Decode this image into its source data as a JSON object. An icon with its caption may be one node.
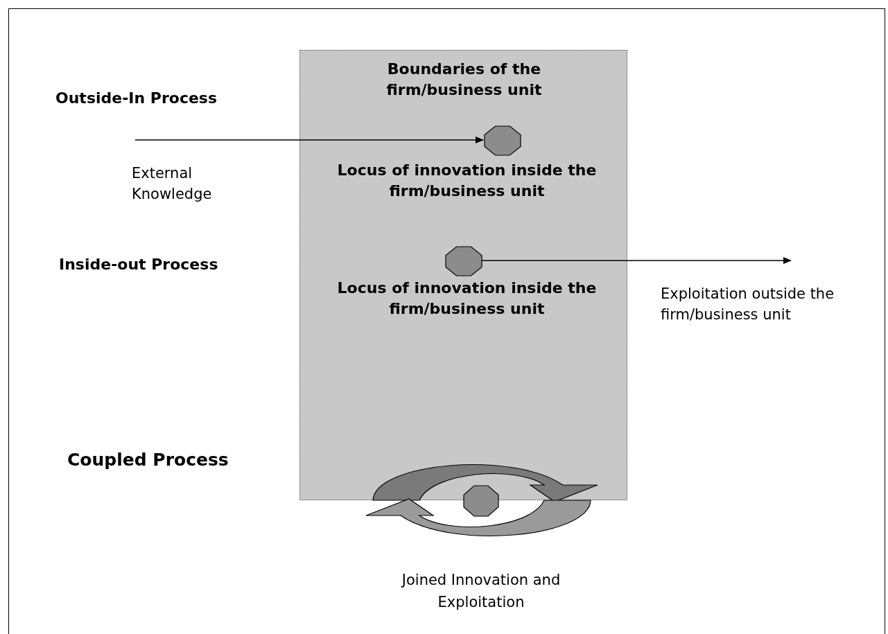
{
  "diagram": {
    "nodes": [
      {
        "text": [
          "Boundaries of the firm/business unit"
        ]
      },
      {
        "text": [
          "Locus of innovation inside the firm/business unit"
        ],
        "in": 0
      },
      {
        "text": [
          "Locus of innovation inside the firm/business unit"
        ],
        "in": 0
      },
      {
        "text": [],
        "shape": "octagon",
        "beside": [
          "Joined Innovation and Exploitation"
        ]
      }
    ],
    "edges": [
      {
        "from": null,
        "to": 1,
        "arrow": "to"
      },
      {
        "from": 2,
        "to": null,
        "arrow": "to"
      }
    ],
    "labels": [
      "Outside-In Process",
      "External Knowledge",
      "Inside-out Process",
      "Exploitation outside the firm/business unit",
      "Coupled Process"
    ]
  }
}
